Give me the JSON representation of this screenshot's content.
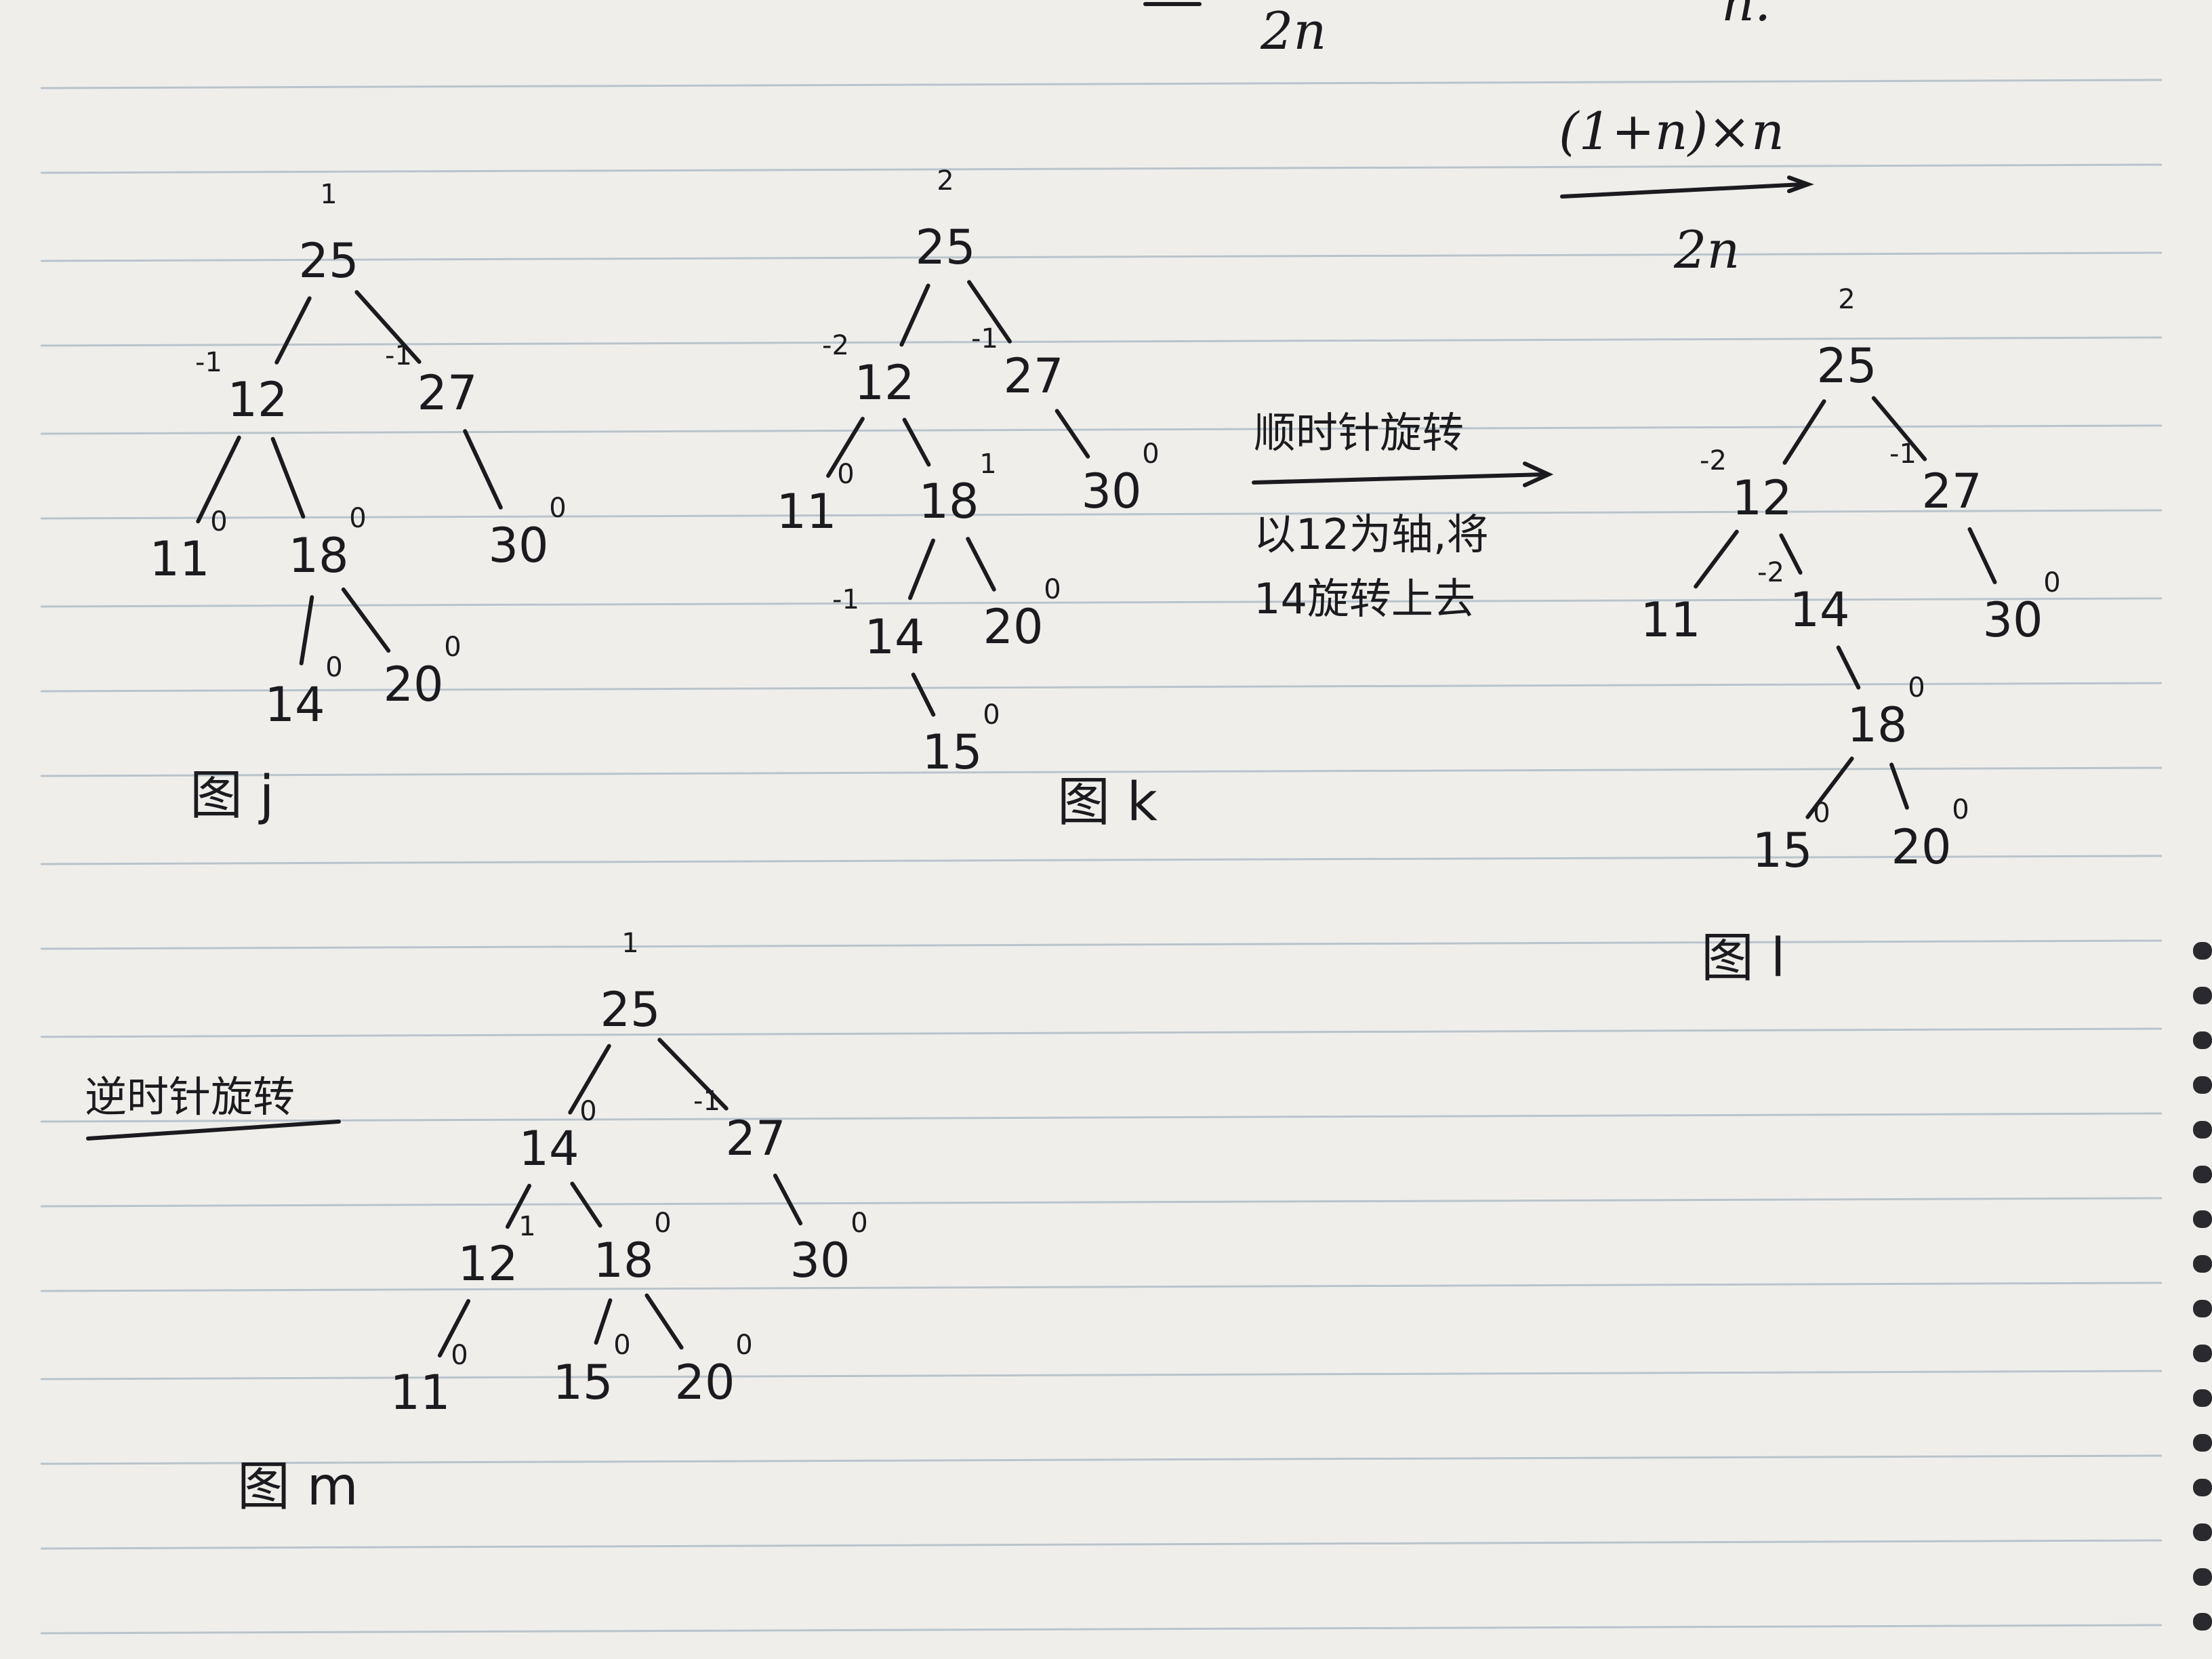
{
  "page": {
    "top_formula": {
      "line1": "(1+n)×n",
      "line2": "2n",
      "fragment_center": "2n",
      "fragment_right": "n."
    }
  },
  "notes": {
    "clockwise": {
      "title": "顺时针旋转",
      "line1": "以12为轴,将",
      "line2": "14旋转上去"
    },
    "counterclockwise": {
      "title": "逆时针旋转"
    }
  },
  "figures": [
    {
      "id": "j",
      "caption": "图 j",
      "nodes": [
        {
          "key": "25",
          "bf": "1"
        },
        {
          "key": "12",
          "bf": "-1"
        },
        {
          "key": "27",
          "bf": "-1"
        },
        {
          "key": "11",
          "bf": "0"
        },
        {
          "key": "18",
          "bf": "0"
        },
        {
          "key": "30",
          "bf": "0"
        },
        {
          "key": "14",
          "bf": "0"
        },
        {
          "key": "20",
          "bf": "0"
        }
      ],
      "edges": [
        [
          "25",
          "12"
        ],
        [
          "25",
          "27"
        ],
        [
          "12",
          "11"
        ],
        [
          "12",
          "18"
        ],
        [
          "27",
          "30"
        ],
        [
          "18",
          "14"
        ],
        [
          "18",
          "20"
        ]
      ]
    },
    {
      "id": "k",
      "caption": "图 k",
      "nodes": [
        {
          "key": "25",
          "bf": "2"
        },
        {
          "key": "12",
          "bf": "-2"
        },
        {
          "key": "27",
          "bf": "-1"
        },
        {
          "key": "11",
          "bf": "0"
        },
        {
          "key": "18",
          "bf": "1"
        },
        {
          "key": "30",
          "bf": "0"
        },
        {
          "key": "14",
          "bf": "-1"
        },
        {
          "key": "20",
          "bf": "0"
        },
        {
          "key": "15",
          "bf": "0"
        }
      ],
      "edges": [
        [
          "25",
          "12"
        ],
        [
          "25",
          "27"
        ],
        [
          "12",
          "11"
        ],
        [
          "12",
          "18"
        ],
        [
          "27",
          "30"
        ],
        [
          "18",
          "14"
        ],
        [
          "18",
          "20"
        ],
        [
          "14",
          "15"
        ]
      ]
    },
    {
      "id": "l",
      "caption": "图 l",
      "nodes": [
        {
          "key": "25",
          "bf": "2"
        },
        {
          "key": "12",
          "bf": "-2"
        },
        {
          "key": "27",
          "bf": "-1"
        },
        {
          "key": "11",
          "bf": ""
        },
        {
          "key": "14",
          "bf": "-2"
        },
        {
          "key": "30",
          "bf": "0"
        },
        {
          "key": "18",
          "bf": "0"
        },
        {
          "key": "15",
          "bf": "0"
        },
        {
          "key": "20",
          "bf": "0"
        }
      ],
      "edges": [
        [
          "25",
          "12"
        ],
        [
          "25",
          "27"
        ],
        [
          "12",
          "11"
        ],
        [
          "12",
          "14"
        ],
        [
          "27",
          "30"
        ],
        [
          "14",
          "18"
        ],
        [
          "18",
          "15"
        ],
        [
          "18",
          "20"
        ]
      ]
    },
    {
      "id": "m",
      "caption": "图 m",
      "nodes": [
        {
          "key": "25",
          "bf": "1"
        },
        {
          "key": "14",
          "bf": "0"
        },
        {
          "key": "27",
          "bf": "-1"
        },
        {
          "key": "12",
          "bf": "1"
        },
        {
          "key": "18",
          "bf": "0"
        },
        {
          "key": "30",
          "bf": "0"
        },
        {
          "key": "11",
          "bf": "0"
        },
        {
          "key": "15",
          "bf": "0"
        },
        {
          "key": "20",
          "bf": "0"
        }
      ],
      "edges": [
        [
          "25",
          "14"
        ],
        [
          "25",
          "27"
        ],
        [
          "14",
          "12"
        ],
        [
          "14",
          "18"
        ],
        [
          "27",
          "30"
        ],
        [
          "12",
          "11"
        ],
        [
          "18",
          "15"
        ],
        [
          "18",
          "20"
        ]
      ]
    }
  ],
  "colors": {
    "ink": "#1b1b1f",
    "paper": "#efeeea",
    "rule": "#b9c3cc"
  }
}
